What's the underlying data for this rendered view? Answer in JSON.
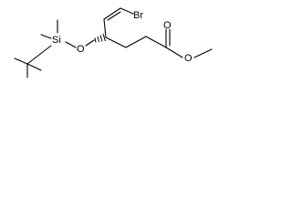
{
  "molecule": {
    "atoms": {
      "si": "Si",
      "o_ether": "O",
      "br": "Br",
      "o_carbonyl": "O",
      "o_ester": "O"
    }
  },
  "colors": {
    "bond": "#000000",
    "label": "#000000",
    "background": "#ffffff"
  }
}
